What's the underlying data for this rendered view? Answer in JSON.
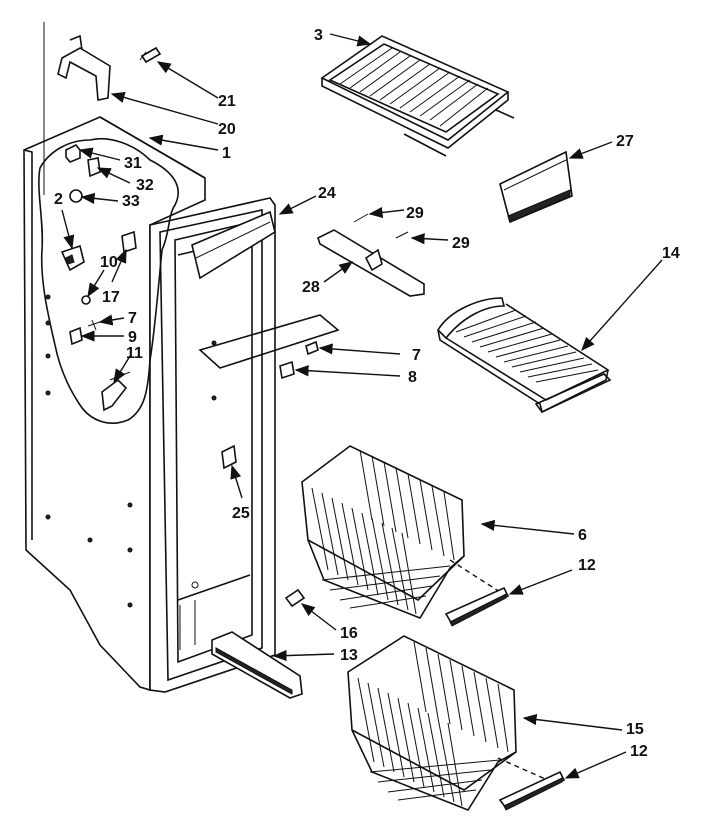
{
  "diagram": {
    "callouts": [
      {
        "id": "c3",
        "text": "3"
      },
      {
        "id": "c21",
        "text": "21"
      },
      {
        "id": "c20",
        "text": "20"
      },
      {
        "id": "c1",
        "text": "1"
      },
      {
        "id": "c31",
        "text": "31"
      },
      {
        "id": "c32",
        "text": "32"
      },
      {
        "id": "c33",
        "text": "33"
      },
      {
        "id": "c2",
        "text": "2"
      },
      {
        "id": "c10",
        "text": "10"
      },
      {
        "id": "c17",
        "text": "17"
      },
      {
        "id": "c7a",
        "text": "7"
      },
      {
        "id": "c9",
        "text": "9"
      },
      {
        "id": "c11",
        "text": "11"
      },
      {
        "id": "c24",
        "text": "24"
      },
      {
        "id": "c27",
        "text": "27"
      },
      {
        "id": "c29a",
        "text": "29"
      },
      {
        "id": "c29b",
        "text": "29"
      },
      {
        "id": "c28",
        "text": "28"
      },
      {
        "id": "c14",
        "text": "14"
      },
      {
        "id": "c7b",
        "text": "7"
      },
      {
        "id": "c8",
        "text": "8"
      },
      {
        "id": "c25",
        "text": "25"
      },
      {
        "id": "c6",
        "text": "6"
      },
      {
        "id": "c12a",
        "text": "12"
      },
      {
        "id": "c16",
        "text": "16"
      },
      {
        "id": "c13",
        "text": "13"
      },
      {
        "id": "c15",
        "text": "15"
      },
      {
        "id": "c12b",
        "text": "12"
      }
    ]
  }
}
